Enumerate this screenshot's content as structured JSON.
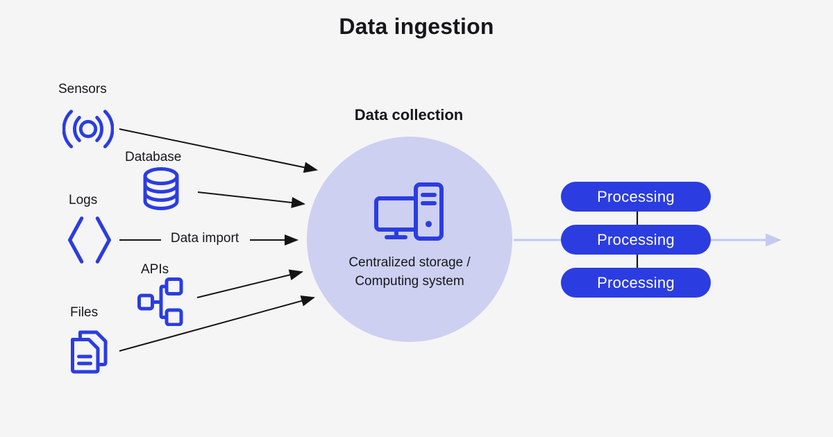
{
  "title": "Data ingestion",
  "sources": [
    {
      "label": "Sensors",
      "icon": "sensor-signal-icon"
    },
    {
      "label": "Database",
      "icon": "database-icon"
    },
    {
      "label": "Logs",
      "icon": "code-brackets-icon"
    },
    {
      "label": "APIs",
      "icon": "api-tree-icon"
    },
    {
      "label": "Files",
      "icon": "files-icon"
    }
  ],
  "import_label": "Data import",
  "collection": {
    "heading": "Data collection",
    "caption_line1": "Centralized storage /",
    "caption_line2": "Computing system",
    "icon": "computer-icon"
  },
  "processing": {
    "items": [
      "Processing",
      "Processing",
      "Processing"
    ]
  },
  "colors": {
    "accent_blue": "#2b3de0",
    "hub_circle_fill": "#cdd0f1",
    "flow_arrow": "#c5caee",
    "background": "#f5f5f6",
    "connector_black": "#141414",
    "text": "#17171a"
  }
}
